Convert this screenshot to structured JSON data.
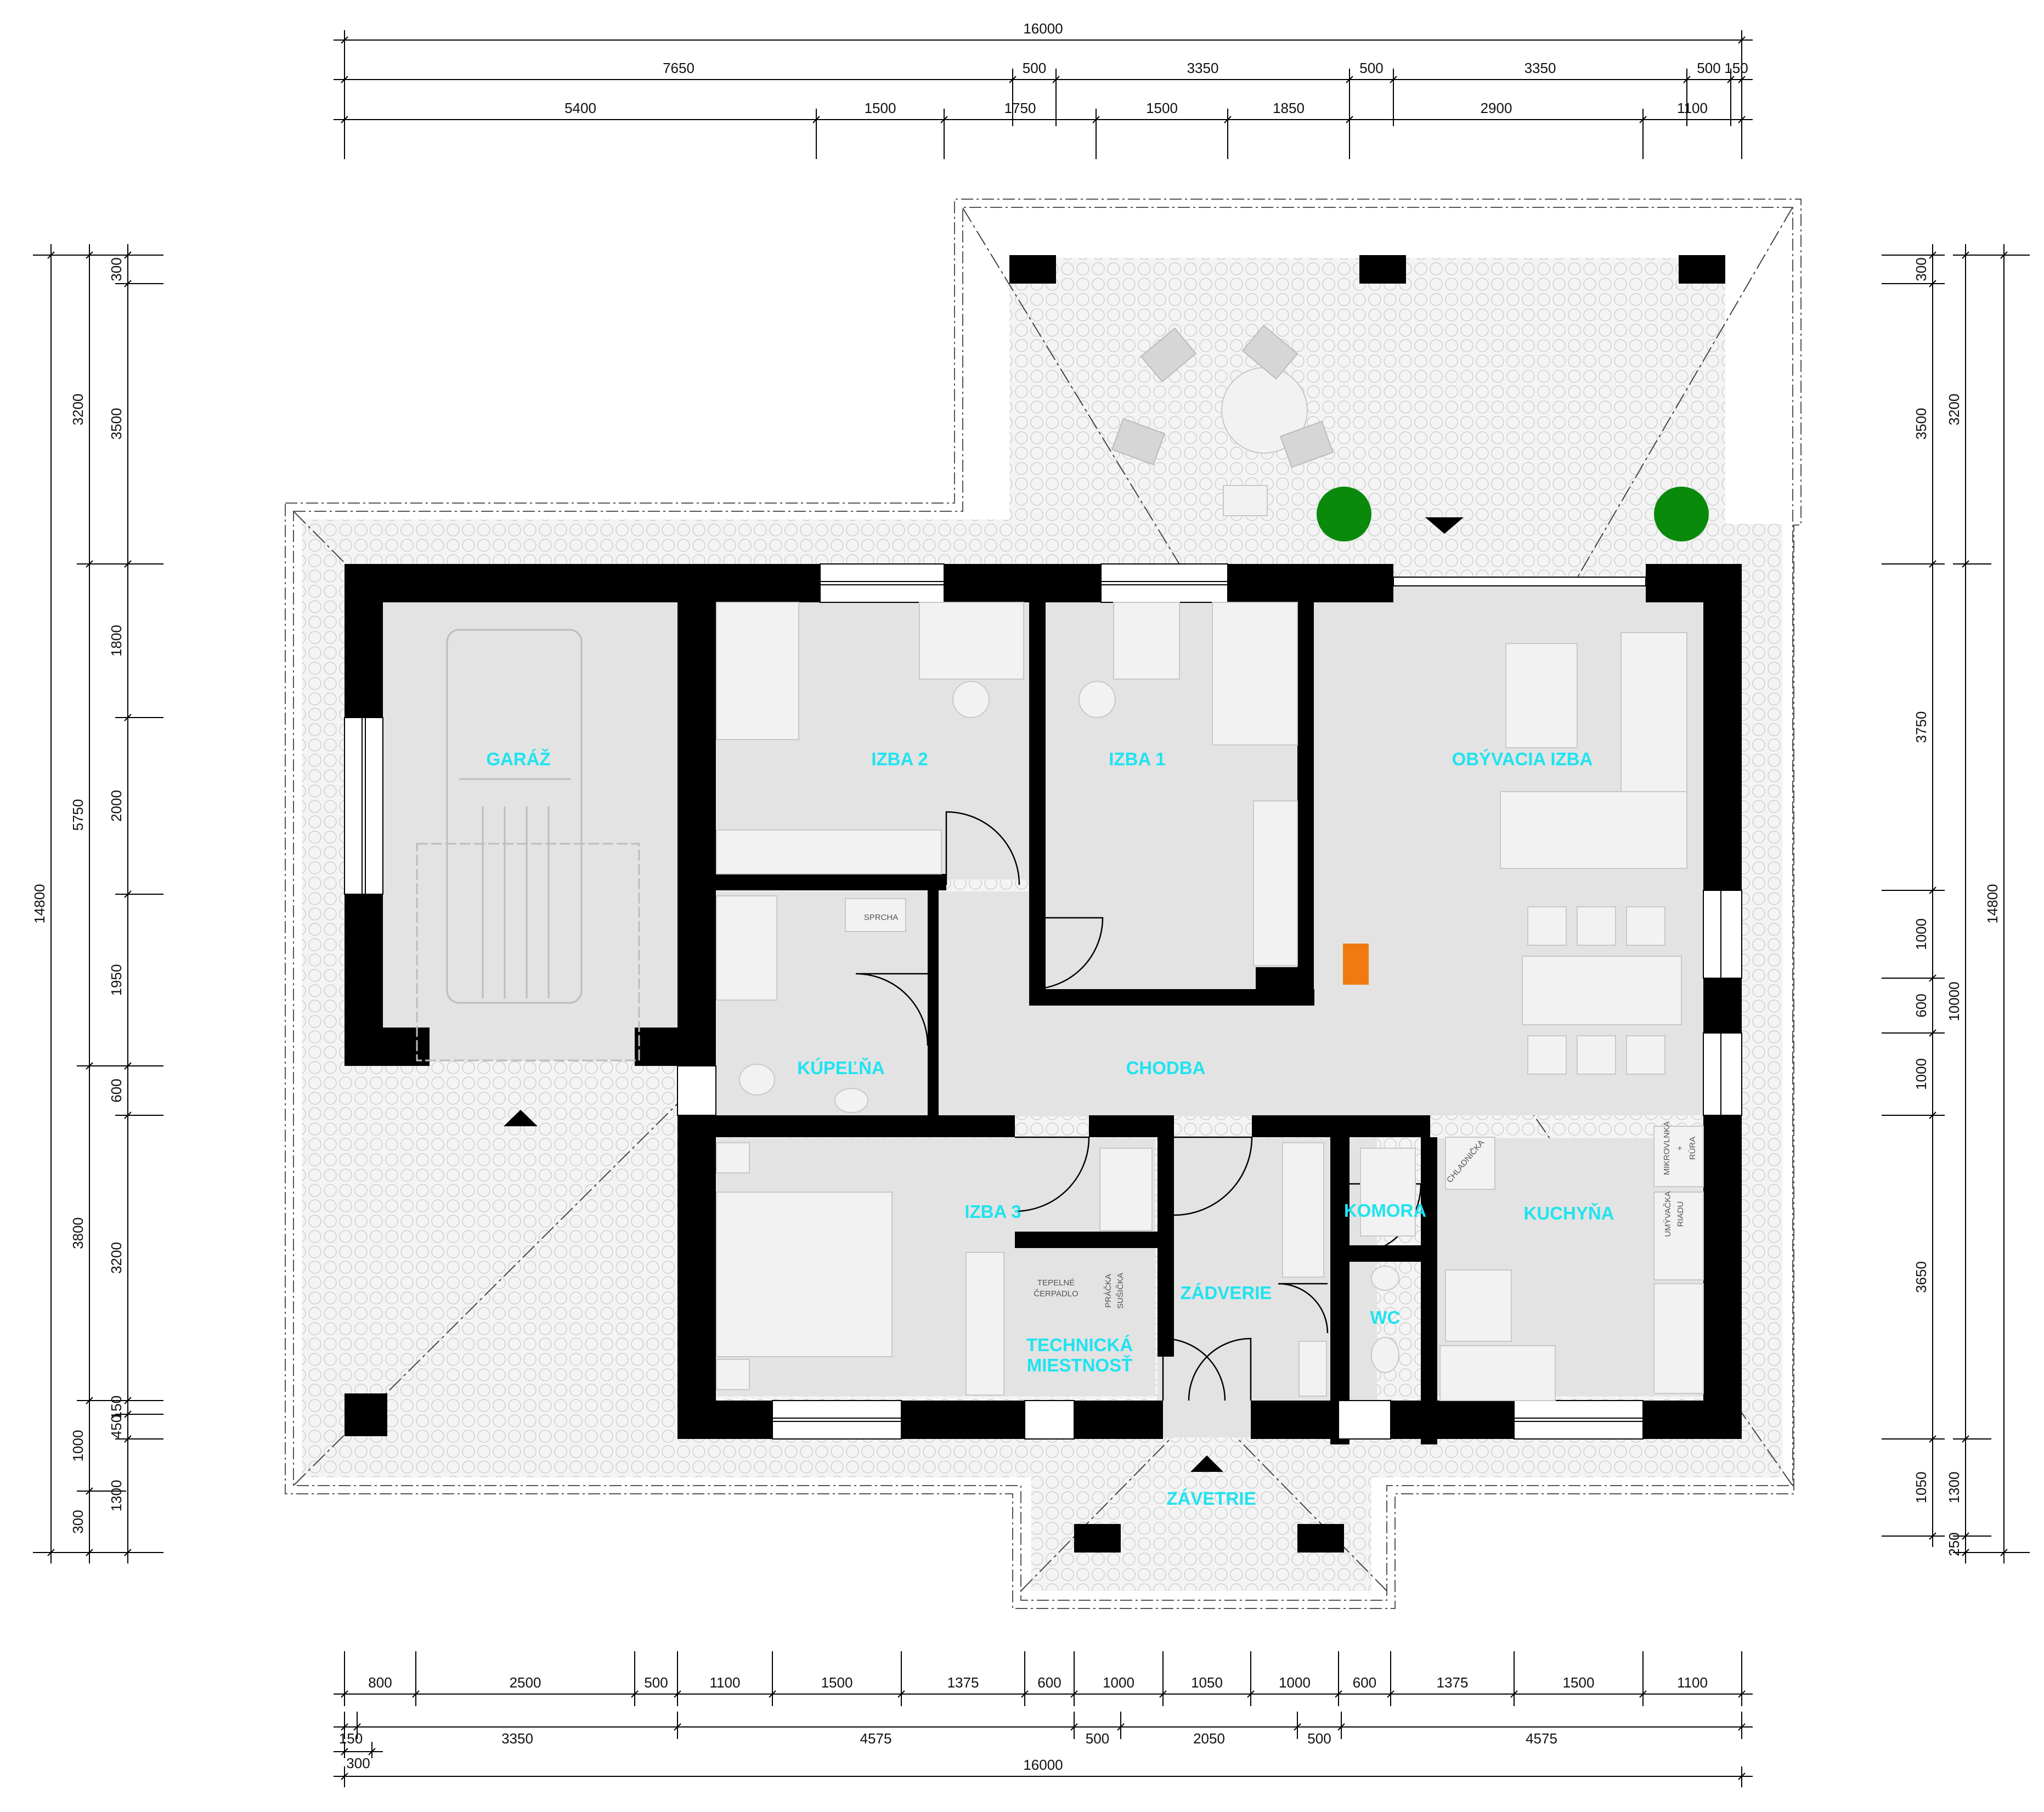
{
  "colors": {
    "wall": "#000000",
    "floor": "#e3e3e3",
    "paving": "#f3f3f3",
    "room_label": "#20e3ef",
    "plant": "#0a8a0a",
    "stove": "#f07a10",
    "dimension_line": "#000000"
  },
  "rooms": {
    "garage": "GARÁŽ",
    "room2": "IZBA 2",
    "room1": "IZBA 1",
    "living": "OBÝVACIA IZBA",
    "bathroom": "KÚPEĽŇA",
    "hallway": "CHODBA",
    "room3": "IZBA 3",
    "pantry": "KOMORA",
    "kitchen": "KUCHYŇA",
    "vestibule": "ZÁDVERIE",
    "wc": "WC",
    "technical_1": "TECHNICKÁ",
    "technical_2": "MIESTNOSŤ",
    "porch": "ZÁVETRIE"
  },
  "fixtures": {
    "shower": "SPRCHA",
    "heat_pump_1": "TEPELNÉ",
    "heat_pump_2": "ČERPADLO",
    "washer": "PRÁČKA",
    "dryer": "SUŠIČKA",
    "fridge": "CHLADNIČKA",
    "microwave_1": "MIKROVLNKA",
    "microwave_2": "+",
    "microwave_3": "RÚRA",
    "dishwasher_1": "UMÝVAČKA",
    "dishwasher_2": "RIADU"
  },
  "dimensions": {
    "top": {
      "overall": [
        "16000"
      ],
      "row2": [
        "7650",
        "500",
        "3350",
        "500",
        "3350",
        "500",
        "150"
      ],
      "row3": [
        "5400",
        "1500",
        "1750",
        "1500",
        "1850",
        "2900",
        "1100"
      ]
    },
    "bottom": {
      "row1": [
        "800",
        "2500",
        "500",
        "1100",
        "1500",
        "1375",
        "600",
        "1000",
        "1050",
        "1000",
        "600",
        "1375",
        "1500",
        "1100"
      ],
      "row2": [
        "150",
        "3350",
        "4575",
        "500",
        "2050",
        "500",
        "4575"
      ],
      "row3": [
        "300"
      ],
      "overall": [
        "16000"
      ]
    },
    "left": {
      "overall": [
        "14800"
      ],
      "mid": [
        "3200",
        "5750",
        "3800",
        "1000",
        "300"
      ],
      "inner": [
        "300",
        "3500",
        "1800",
        "2000",
        "1950",
        "600",
        "3200",
        "150",
        "450",
        "1300"
      ]
    },
    "right": {
      "overall": [
        "14800"
      ],
      "mid": [
        "3200",
        "10000",
        "1300",
        "250"
      ],
      "inner": [
        "300",
        "3500",
        "3750",
        "1000",
        "600",
        "1000",
        "3650",
        "1050"
      ]
    }
  }
}
